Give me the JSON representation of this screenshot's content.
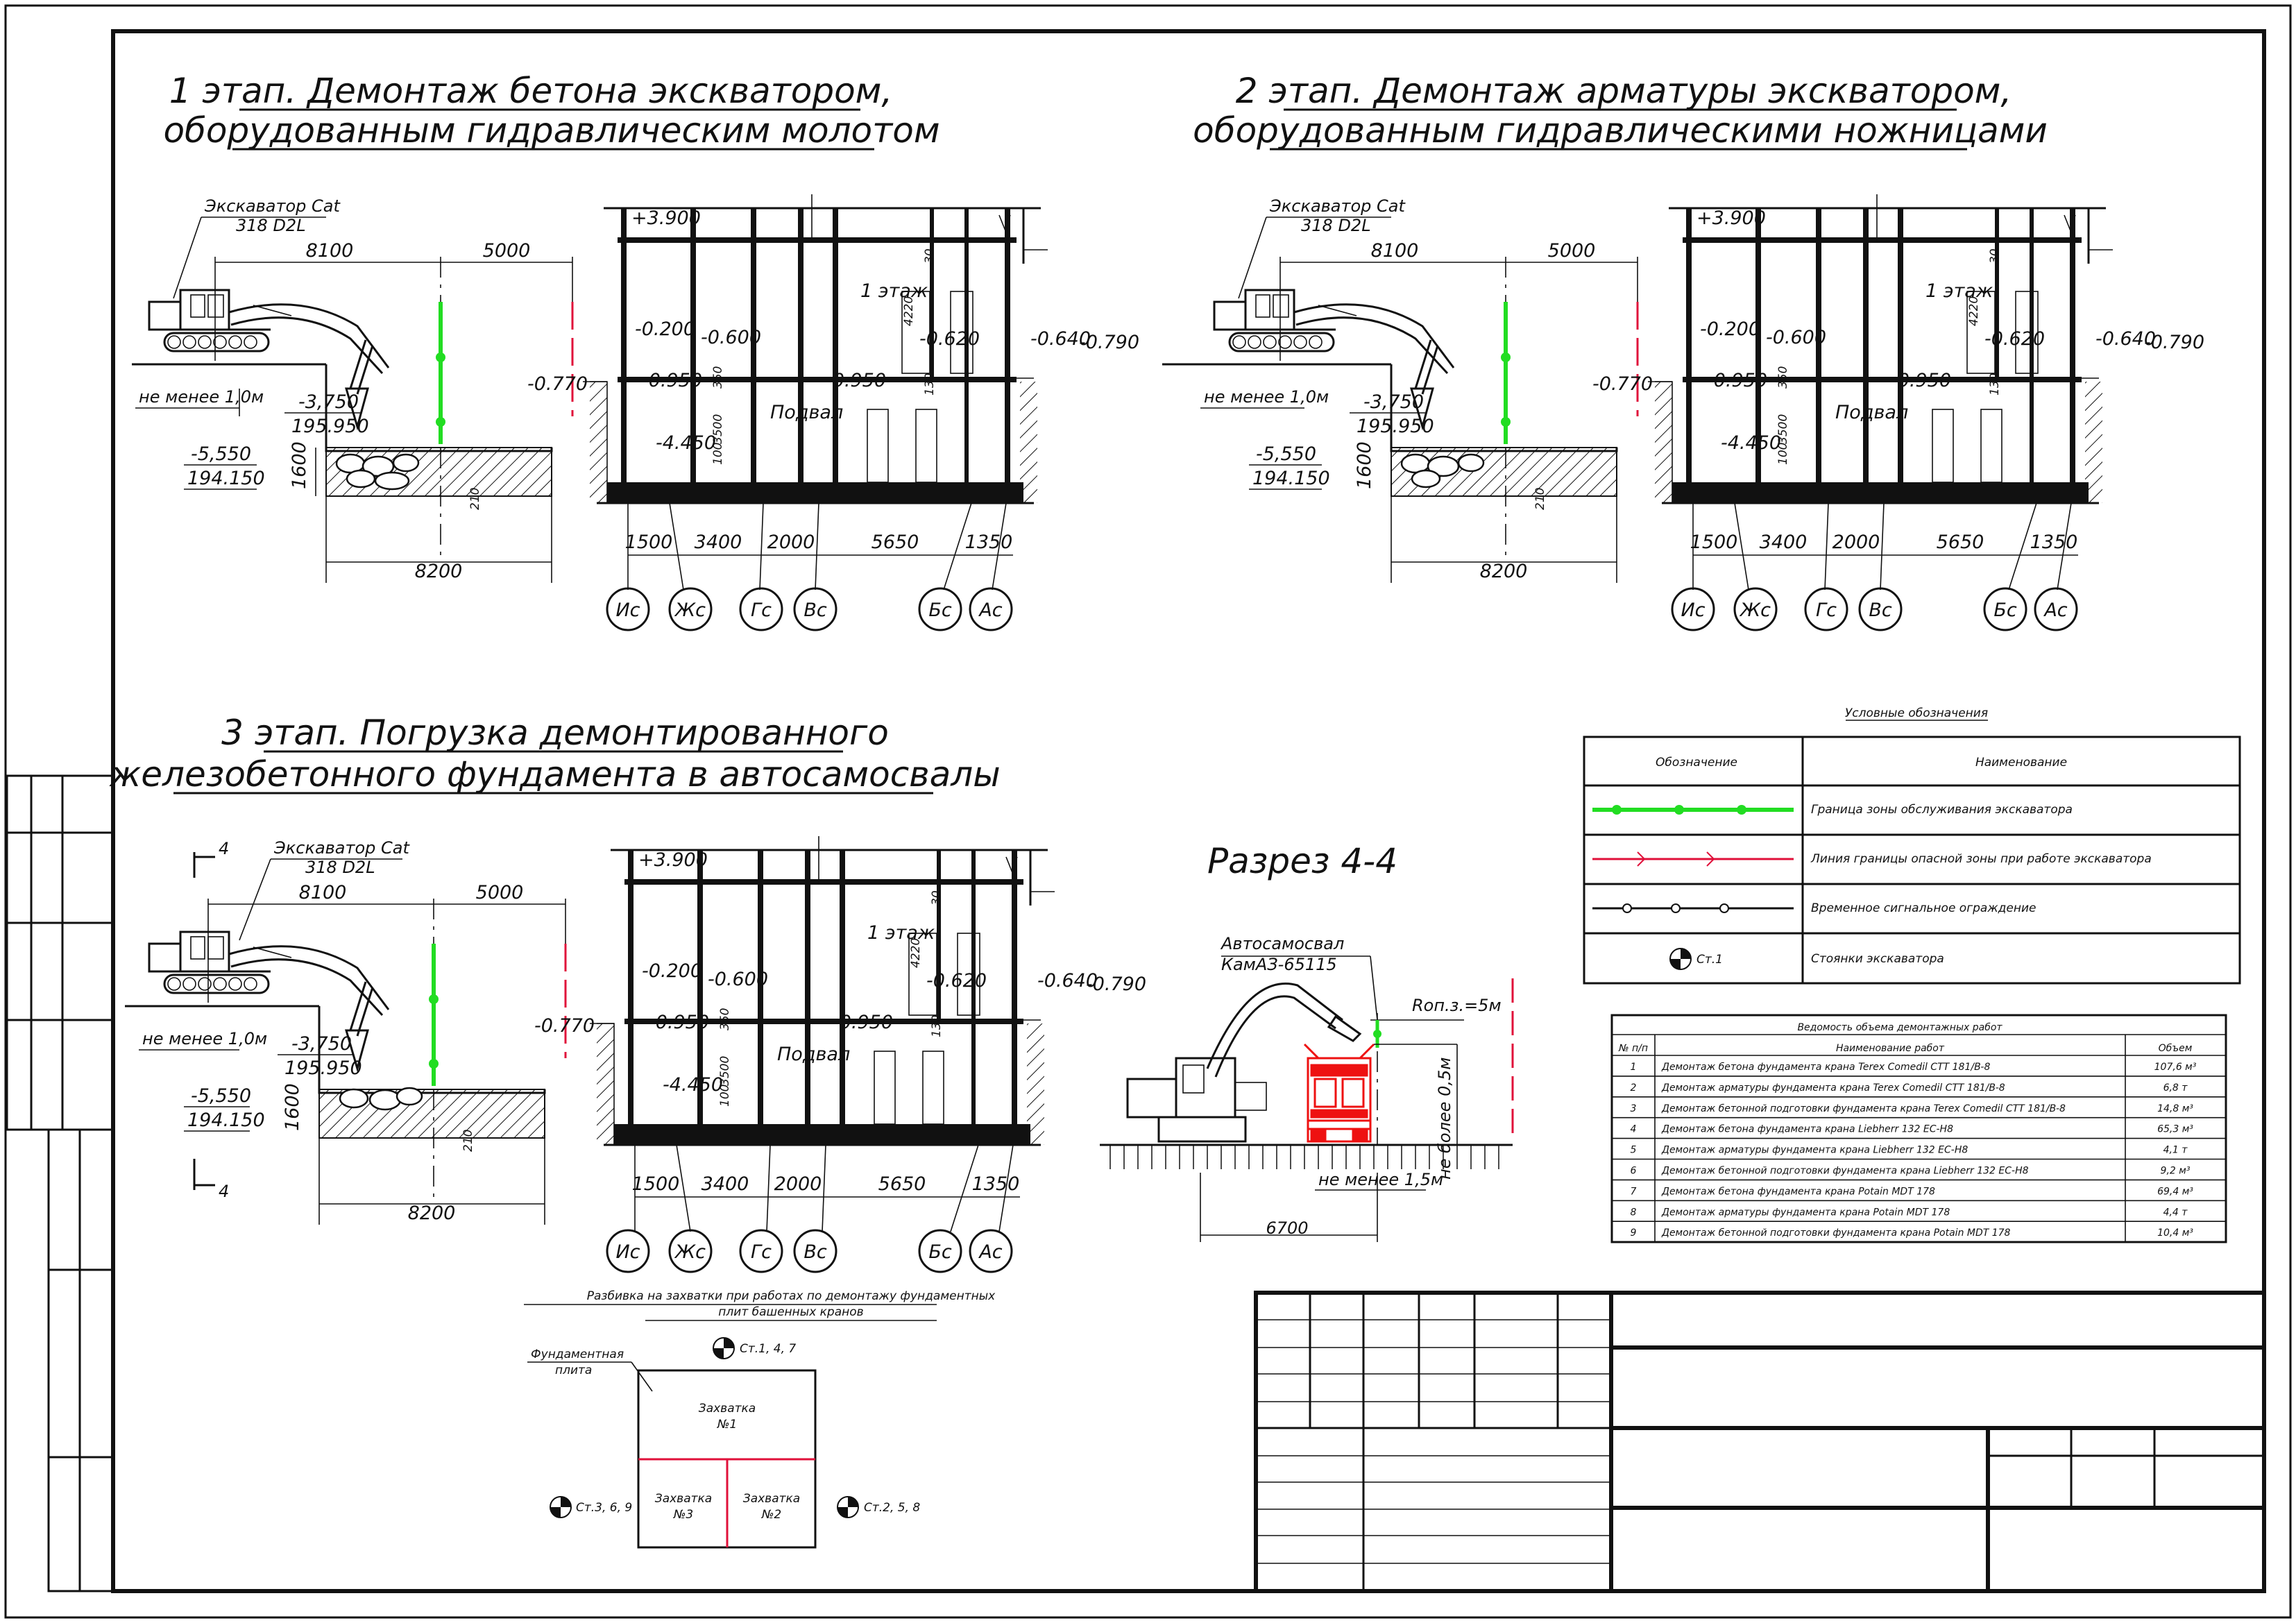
{
  "titles": {
    "stage1": [
      "1 этап. Демонтаж бетона экскватором,",
      "оборудованным гидравлическим молотом"
    ],
    "stage2": [
      "2 этап. Демонтаж арматуры экскватором,",
      "оборудованным гидравлическими ножницами"
    ],
    "stage3": [
      "3 этап. Погрузка демонтированного",
      "железобетонного фундамента в автосамосвалы"
    ],
    "section": "Разрез 4-4"
  },
  "stage_labels": {
    "excavator": [
      "Экскаватор Cat",
      "318 D2L"
    ],
    "dim_8100": "8100",
    "dim_5000": "5000",
    "dim_8200": "8200",
    "dim_1600": "1600",
    "dim_210": "210",
    "not_less": "не менее 1,0м",
    "lvl_3750": "-3,750",
    "abs_195950": "195.950",
    "lvl_5550": "-5,550",
    "abs_194150": "194.150",
    "lvl_0770": "-0.770",
    "lvl_3900": "+3.900",
    "lvl_0200": "-0.200",
    "lvl_0600": "-0.600",
    "lvl_0950a": "-0.950",
    "lvl_0950b": "-0.950",
    "lvl_4450": "-4.450",
    "lvl_0620": "-0.620",
    "lvl_0640": "-0.640",
    "lvl_0790": "-0.790",
    "floor1": "1 этаж",
    "basement": "Подвал",
    "v_4220": "4220",
    "v_30": "30",
    "v_350": "350",
    "v_3500": "3500",
    "v_100": "100",
    "v_130": "130",
    "spans": [
      "1500",
      "3400",
      "2000",
      "5650",
      "1350"
    ],
    "axes": [
      "Ис",
      "Жс",
      "Гс",
      "Вс",
      "Бс",
      "Ас"
    ],
    "cut": "4"
  },
  "section_view": {
    "truck": [
      "Автосамосвал",
      "КамАЗ-65115"
    ],
    "rop": "Rоп.з.=5м",
    "not_less_15": "не менее 1,5м",
    "not_less_05": "не более 0,5м",
    "dim_6700": "6700"
  },
  "legend": {
    "title": "Условные обозначения",
    "col1": "Обозначение",
    "col2": "Наименование",
    "rows": [
      "Граница зоны обслуживания экскаватора",
      "Линия границы опасной зоны при работе экскаватора",
      "Временное сигнальное ограждение",
      "Стоянки экскаватора"
    ],
    "stand_label": "Ст.1"
  },
  "volumes": {
    "title": "Ведомость объема демонтажных работ",
    "headers": [
      "№ п/п",
      "Наименование работ",
      "Объем"
    ],
    "rows": [
      [
        "1",
        "Демонтаж бетона фундамента крана Terex Comedil CTT 181/B-8",
        "107,6 м³"
      ],
      [
        "2",
        "Демонтаж арматуры фундамента крана Terex Comedil CTT 181/B-8",
        "6,8 т"
      ],
      [
        "3",
        "Демонтаж бетонной подготовки фундамента крана Terex Comedil CTT 181/B-8",
        "14,8 м³"
      ],
      [
        "4",
        "Демонтаж бетона фундамента крана Liebherr 132 EC-H8",
        "65,3 м³"
      ],
      [
        "5",
        "Демонтаж арматуры фундамента крана Liebherr 132 EC-H8",
        "4,1 т"
      ],
      [
        "6",
        "Демонтаж бетонной подготовки фундамента крана Liebherr 132 EC-H8",
        "9,2 м³"
      ],
      [
        "7",
        "Демонтаж бетона фундамента крана Potain MDT 178",
        "69,4 м³"
      ],
      [
        "8",
        "Демонтаж арматуры фундамента крана Potain MDT 178",
        "4,4 т"
      ],
      [
        "9",
        "Демонтаж бетонной подготовки фундамента крана Potain MDT 178",
        "10,4 м³"
      ]
    ]
  },
  "zahvatki": {
    "title": [
      "Разбивка на захватки при работах по демонтажу фундаментных",
      "плит башенных кранов"
    ],
    "plate": [
      "Фундаментная",
      "плита"
    ],
    "z1": [
      "Захватка",
      "№1"
    ],
    "z2": [
      "Захватка",
      "№2"
    ],
    "z3": [
      "Захватка",
      "№3"
    ],
    "st147": "Ст.1, 4, 7",
    "st369": "Ст.3, 6, 9",
    "st258": "Ст.2, 5, 8"
  },
  "colors": {
    "zone": "#22dd22",
    "danger": "#e0103a",
    "truck": "#ee1111",
    "ink": "#111111"
  }
}
